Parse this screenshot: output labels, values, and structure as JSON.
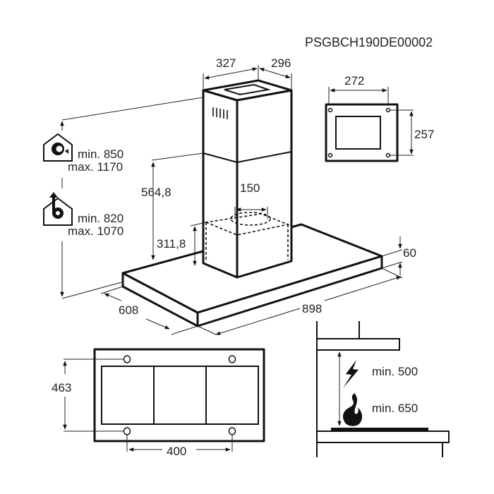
{
  "model_code": "PSGBCH190DE00002",
  "dimensions": {
    "chimney_width": "327",
    "chimney_depth": "296",
    "mount_plate_width": "272",
    "mount_plate_height": "257",
    "chimney_lower_height": "564,8",
    "duct_diameter": "150",
    "motor_box_height": "311,8",
    "hood_thickness": "60",
    "hood_width": "898",
    "hood_depth": "608",
    "hole_spacing_depth": "463",
    "hole_spacing_width": "400"
  },
  "height_ranges": {
    "recirculation": {
      "icon": "house-recirculation-icon",
      "min": "min. 850",
      "max": "max. 1170"
    },
    "extraction": {
      "icon": "house-extraction-icon",
      "min": "min. 820",
      "max": "max. 1070"
    }
  },
  "cooktop_clearance": {
    "electric": {
      "icon": "lightning-icon",
      "label": "min. 500"
    },
    "gas": {
      "icon": "flame-icon",
      "label": "min. 650"
    }
  }
}
